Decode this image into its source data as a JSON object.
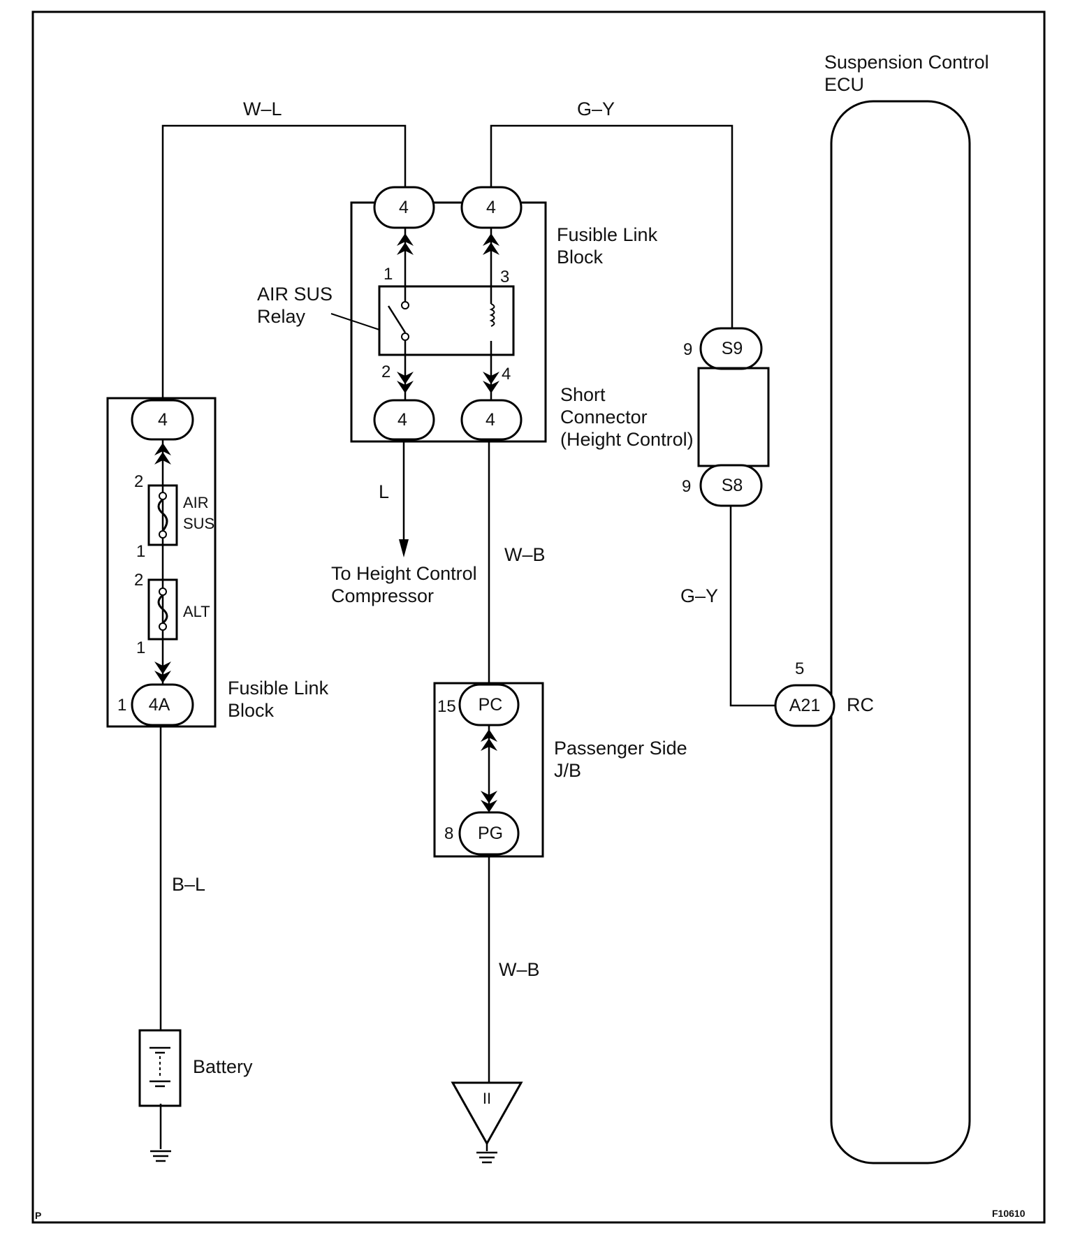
{
  "wire_colors": {
    "top_left": "W–L",
    "top_right": "G–Y",
    "to_compressor": "L",
    "relay_to_jb": "W–B",
    "short_to_ecu": "G–Y",
    "fuse_to_battery": "B–L",
    "jb_to_ground": "W–B"
  },
  "components": {
    "fusible_link_block_top": {
      "label_line1": "Fusible Link",
      "label_line2": "Block"
    },
    "air_sus_relay": {
      "label_line1": "AIR SUS",
      "label_line2": "Relay"
    },
    "fusible_link_block_left": {
      "label_line1": "Fusible Link",
      "label_line2": "Block"
    },
    "short_connector": {
      "label_line1": "Short",
      "label_line2": "Connector",
      "label_line3": "(Height Control)"
    },
    "passenger_jb": {
      "label_line1": "Passenger Side",
      "label_line2": "J/B"
    },
    "ecu": {
      "label_line1": "Suspension Control",
      "label_line2": "ECU"
    },
    "battery": {
      "label": "Battery"
    },
    "compressor": {
      "label_line1": "To Height Control",
      "label_line2": "Compressor"
    },
    "fuse_air_sus": {
      "label_line1": "AIR",
      "label_line2": "SUS"
    },
    "fuse_alt": {
      "label": "ALT"
    },
    "ground_symbol_text": "II"
  },
  "connectors": {
    "relay_top_left": "4",
    "relay_top_right": "4",
    "relay_bottom_left": "4",
    "relay_bottom_right": "4",
    "left_block_top": "4",
    "left_block_bottom": "4A",
    "short_top": "S9",
    "short_bottom": "S8",
    "jb_top": "PC",
    "jb_bottom": "PG",
    "ecu": "A21"
  },
  "pins": {
    "relay_1": "1",
    "relay_2": "2",
    "relay_3": "3",
    "relay_4": "4",
    "air_sus_2": "2",
    "air_sus_1": "1",
    "alt_2": "2",
    "alt_1": "1",
    "left_4a": "1",
    "s9": "9",
    "s8": "9",
    "pc": "15",
    "pg": "8",
    "a21": "5"
  },
  "ecu_terminal": "RC",
  "corner_left": "P",
  "figure_code": "F10610"
}
